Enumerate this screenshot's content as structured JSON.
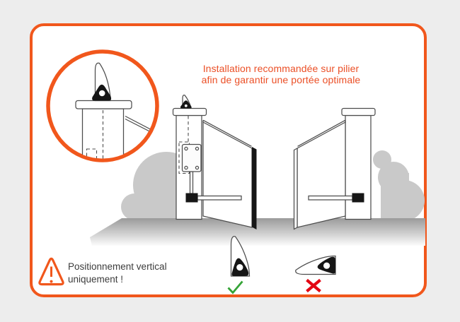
{
  "colors": {
    "page_bg": "#ededed",
    "card_bg": "#ffffff",
    "accent": "#F1571C",
    "note_text": "#EB4F26",
    "dark_text": "#3C3C3C",
    "line": "#4D4D4D",
    "ink": "#161616",
    "cloud": "#C9C9C9",
    "ok_green": "#35A437",
    "error_red": "#E30613"
  },
  "note": {
    "line1": "Installation recommandée sur pilier",
    "line2": "afin de garantir une portée optimale"
  },
  "warning": {
    "line1": "Positionnement vertical",
    "line2": "uniquement !"
  },
  "icons": {
    "magnifier": "zoom-detail-circle",
    "warning": "warning-triangle-icon",
    "correct": "checkmark-icon",
    "incorrect": "cross-icon",
    "antenna_vertical": "antenna-vertical-icon",
    "antenna_horizontal": "antenna-horizontal-icon"
  }
}
